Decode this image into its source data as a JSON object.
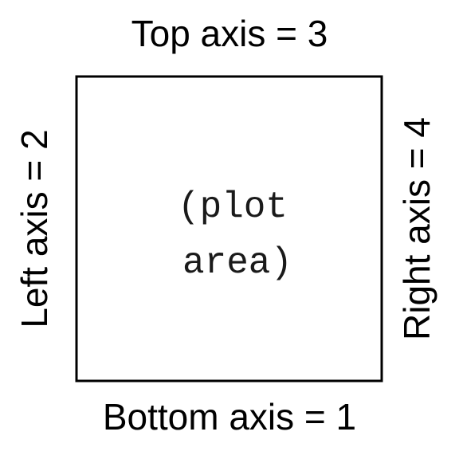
{
  "diagram": {
    "top_label": "Top axis = 3",
    "bottom_label": "Bottom axis = 1",
    "left_label": "Left axis = 2",
    "right_label": "Right axis = 4",
    "plot_area_text": {
      "line1": "(plot",
      "line2": "area)"
    },
    "colors": {
      "background": "#ffffff",
      "border": "#000000",
      "text": "#000000"
    }
  }
}
